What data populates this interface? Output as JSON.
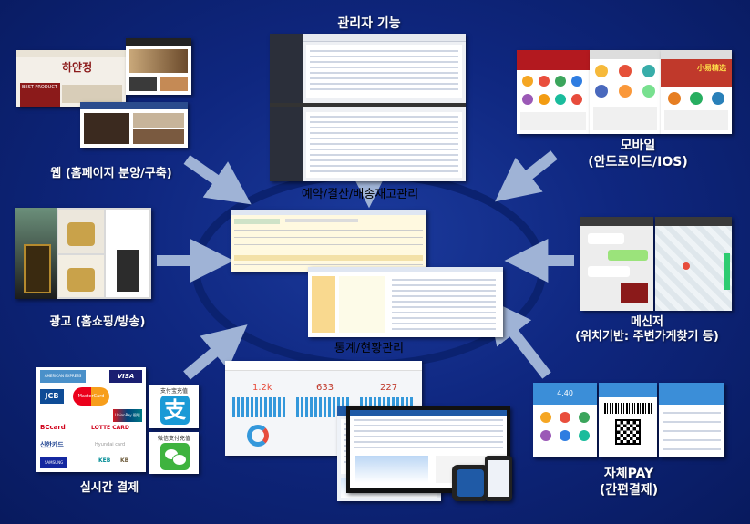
{
  "center": {
    "label_top": "예약/결산/배송재고관리",
    "label_bottom": "통계/현황관리"
  },
  "nodes": {
    "admin": "관리자 기능",
    "web": "웹 (홈페이지 분양/구축)",
    "mobile": {
      "line1": "모바일",
      "line2": "(안드로이드/IOS)"
    },
    "ads": "광고 (홈쇼핑/방송)",
    "messenger": {
      "line1": "메신저",
      "line2": "(위치기반: 주변가게찾기 등)"
    },
    "payment": "실시간 결제",
    "selfpay": {
      "line1": "자체PAY",
      "line2": "(간편결제)"
    }
  },
  "screens": {
    "web_shop_1": "하얀정",
    "web_banner_1": "BEST PRODUCT",
    "mobile_banner": "小易精选",
    "stats_1": "1.2k",
    "stats_2": "633",
    "stats_3": "227",
    "pay_amount": "4.40"
  },
  "payment_logos": {
    "amex": "AMERICAN EXPRESS",
    "visa": "VISA",
    "jcb": "JCB",
    "mastercard": "MasterCard",
    "unionpay": "UnionPay 银联",
    "bccard": "BCcard",
    "lottecard": "LOTTE CARD",
    "shinhan": "신한카드",
    "hyundai": "Hyundai card",
    "samsung": "SAMSUNG",
    "keb": "KEB",
    "kb": "KB",
    "alipay_title": "支付宝充值",
    "wechat_title": "微信支付充值"
  },
  "colors": {
    "background": "#0f2780",
    "arrow": "#9fb3d6",
    "ellipse": "#0b2270"
  }
}
